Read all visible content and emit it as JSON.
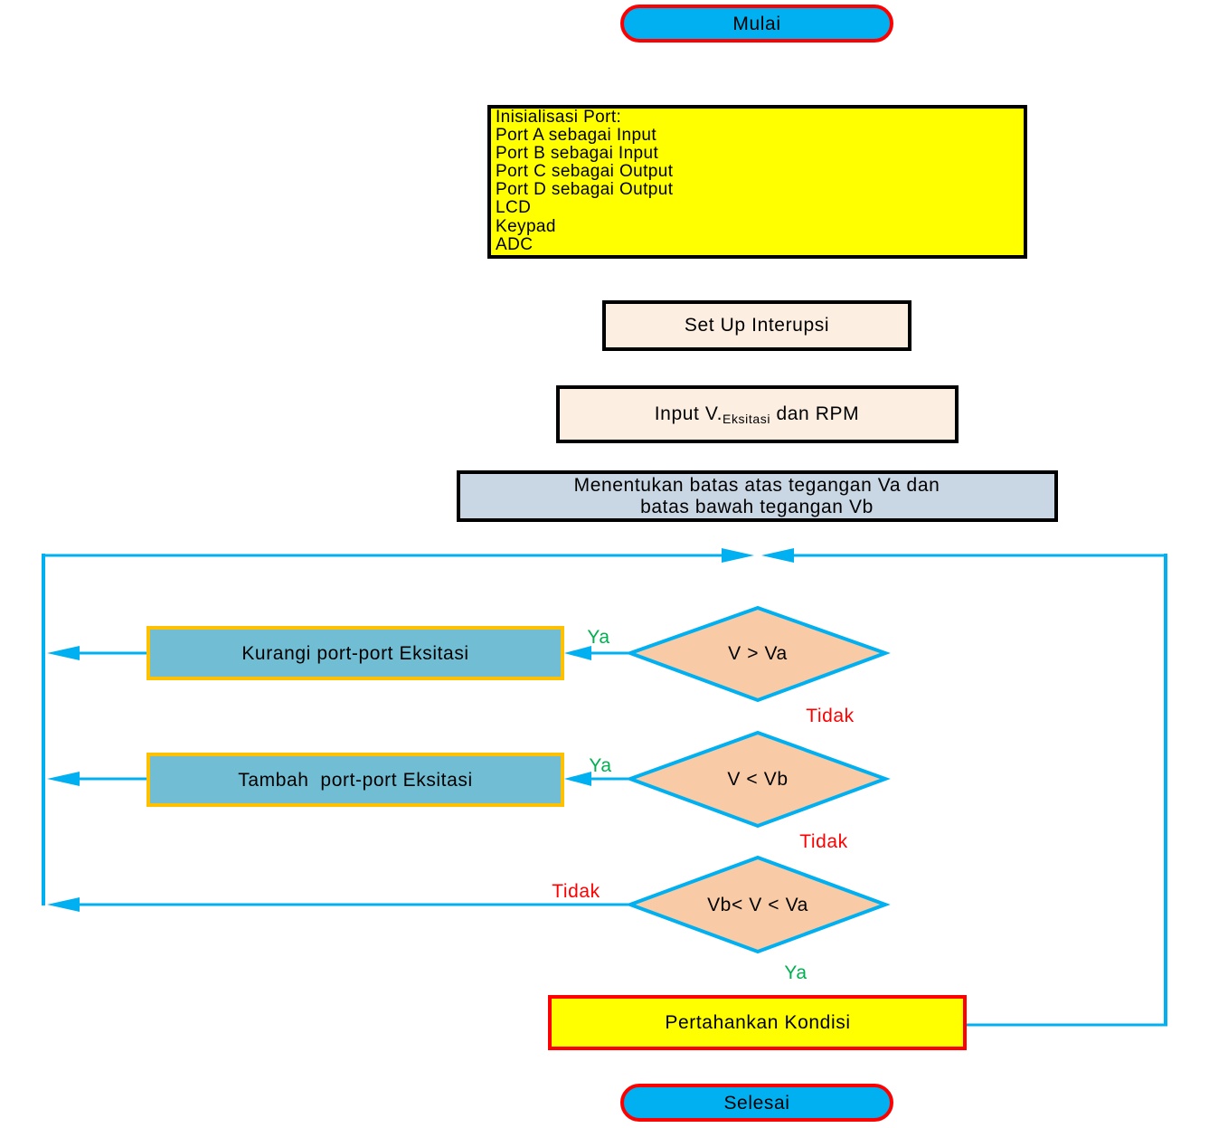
{
  "diagram": {
    "type": "flowchart",
    "colors": {
      "terminator_fill": "#00b0f0",
      "terminator_border": "#ff0000",
      "init_fill": "#ffff00",
      "process_fill": "#fdeee2",
      "limits_fill": "#c9d6e4",
      "decision_fill": "#f8cba6",
      "decision_border": "#00b0f0",
      "action_fill": "#71bed4",
      "action_border": "#ffc000",
      "maintain_fill": "#ffff00",
      "maintain_border": "#ff0000",
      "connector": "#00b0f0",
      "yes_label": "#00b050",
      "no_label": "#ff0000"
    },
    "start": {
      "label": "Mulai"
    },
    "init": {
      "lines": [
        "Inisialisasi Port:",
        "Port A sebagai Input",
        "Port B sebagai Input",
        "Port C sebagai Output",
        "Port D sebagai Output",
        "LCD",
        "Keypad",
        "ADC"
      ]
    },
    "setup_interrupt": {
      "label": "Set Up Interupsi"
    },
    "input": {
      "prefix": "Input V.",
      "subscript": "Eksitasi",
      "suffix": " dan RPM"
    },
    "limits": {
      "line1": "Menentukan batas atas tegangan Va dan",
      "line2": "batas bawah tegangan Vb"
    },
    "decisions": [
      {
        "condition": "V > Va",
        "yes_label": "Ya",
        "no_label": "Tidak"
      },
      {
        "condition": "V < Vb",
        "yes_label": "Ya",
        "no_label": "Tidak"
      },
      {
        "condition": "Vb< V < Va",
        "yes_label": "Ya",
        "no_label": "Tidak"
      }
    ],
    "actions": [
      {
        "label": "Kurangi port-port Eksitasi"
      },
      {
        "label": "Tambah  port-port Eksitasi"
      }
    ],
    "maintain": {
      "label": "Pertahankan Kondisi"
    },
    "end": {
      "label": "Selesai"
    }
  }
}
